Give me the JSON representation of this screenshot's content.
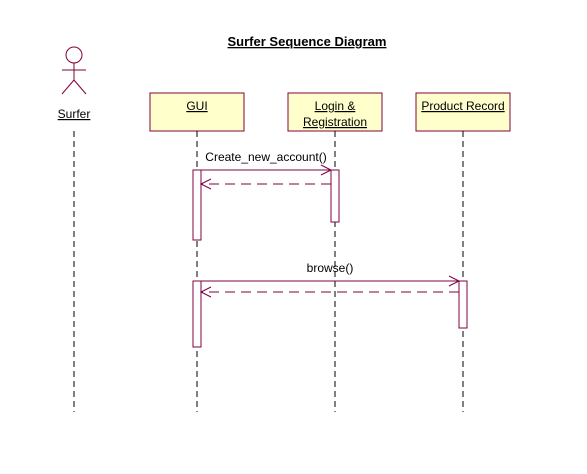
{
  "title": "Surfer Sequence Diagram",
  "actor": {
    "name": "Surfer"
  },
  "objects": [
    {
      "id": "gui",
      "lines": [
        "GUI"
      ]
    },
    {
      "id": "login",
      "lines": [
        "Login &",
        "Registration"
      ]
    },
    {
      "id": "product",
      "lines": [
        "Product Record"
      ]
    }
  ],
  "messages": [
    {
      "label": "Create_new_account()",
      "from": "GUI",
      "to": "Login & Registration"
    },
    {
      "label": "browse()",
      "from": "GUI",
      "to": "Product Record"
    }
  ],
  "colors": {
    "line": "#800040",
    "box_fill": "#ffffcc",
    "box_border": "#800040",
    "text": "#000000",
    "title_text": "#000000"
  }
}
